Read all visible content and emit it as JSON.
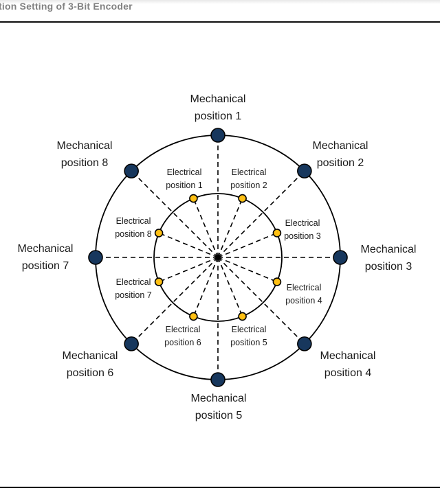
{
  "page": {
    "title": "tion Setting of 3-Bit Encoder"
  },
  "diagram": {
    "mechanical_labels": [
      "Mechanical position 1",
      "Mechanical position 2",
      "Mechanical position 3",
      "Mechanical position 4",
      "Mechanical position 5",
      "Mechanical position 6",
      "Mechanical position 7",
      "Mechanical position 8"
    ],
    "electrical_labels": [
      "Electrical position 1",
      "Electrical position 2",
      "Electrical position 3",
      "Electrical position 4",
      "Electrical position 5",
      "Electrical position 6",
      "Electrical position 7",
      "Electrical position 8"
    ],
    "colors": {
      "mechanical_dot_fill": "#17375d",
      "electrical_dot_fill": "#ffc013",
      "outline": "#000000",
      "label_text": "#1a1a1a",
      "title_text": "#818181",
      "rule": "#0d0d0d"
    }
  }
}
